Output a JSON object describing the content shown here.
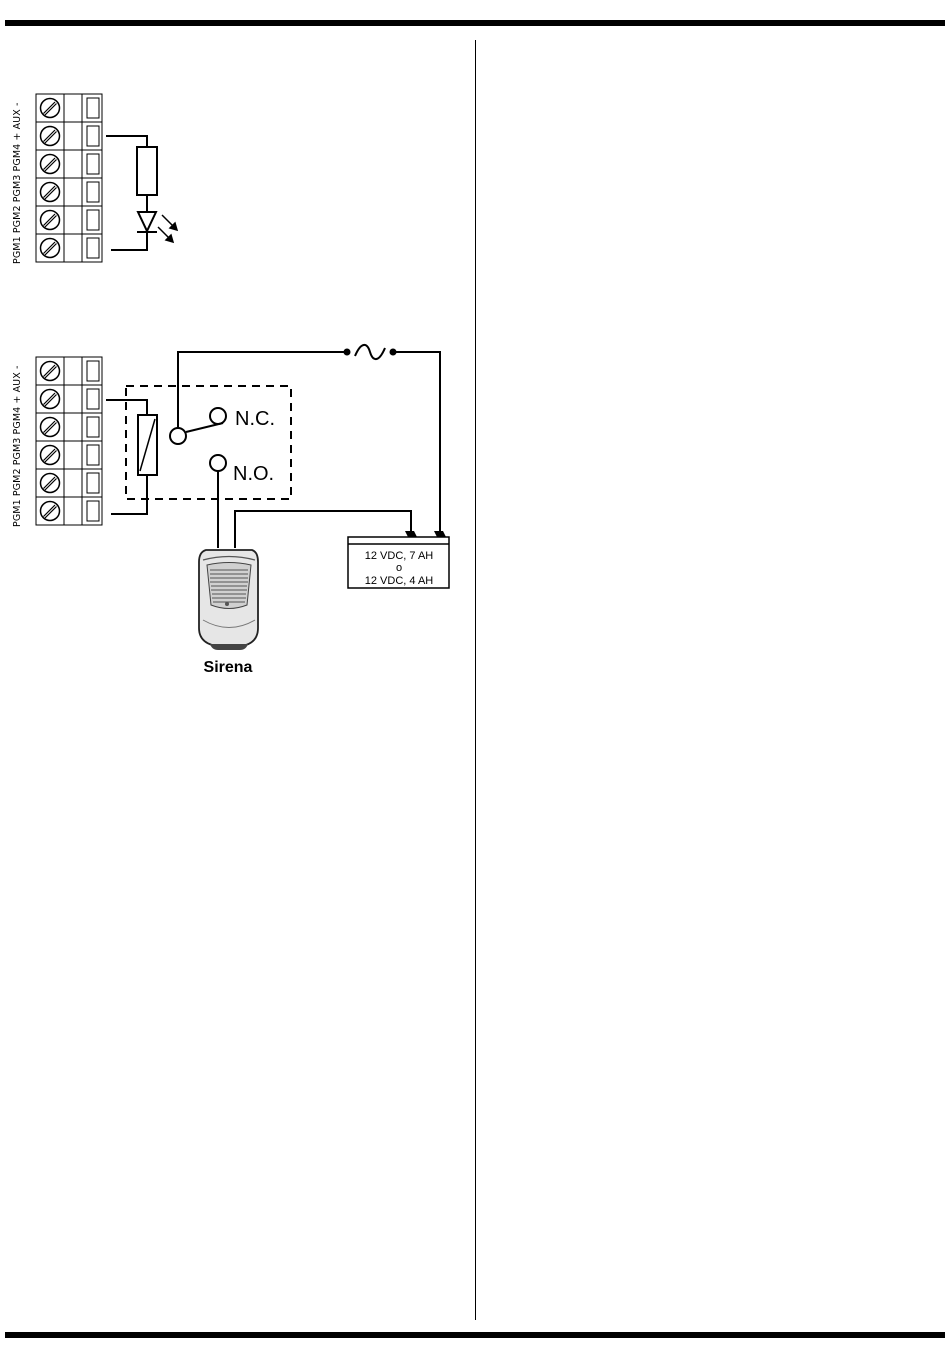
{
  "terminal_block": {
    "label": "PGM1 PGM2 PGM3 PGM4  +  AUX -"
  },
  "relay": {
    "nc_label": "N.C.",
    "no_label": "N.O."
  },
  "battery": {
    "line1": "12 VDC, 7 AH",
    "line2": "o",
    "line3": "12 VDC, 4 AH"
  },
  "siren": {
    "label": "Sirena"
  }
}
